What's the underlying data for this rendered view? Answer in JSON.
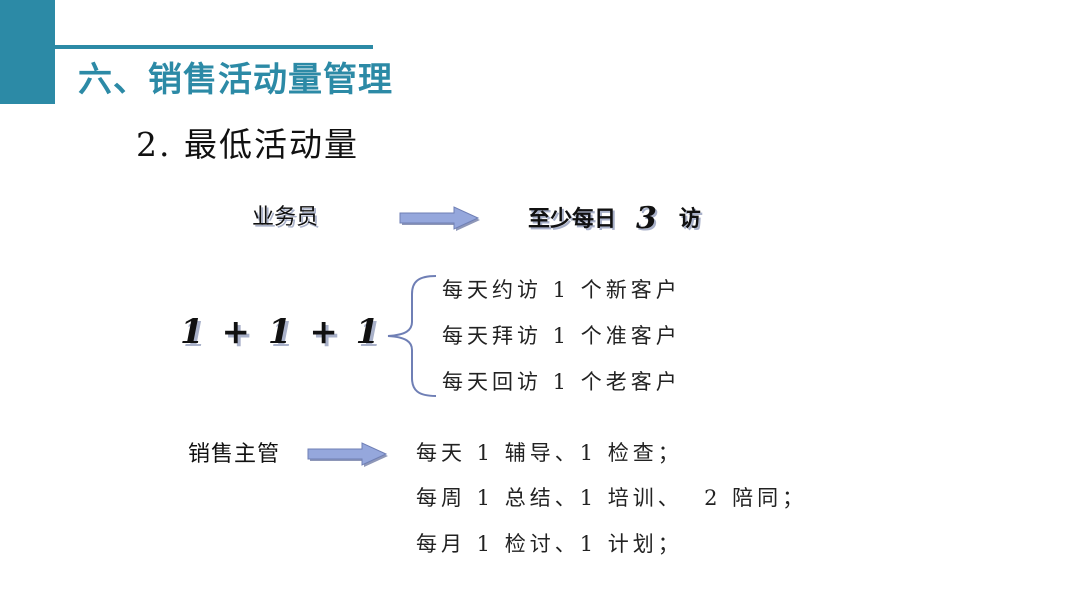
{
  "slide": {
    "title": "六、销售活动量管理",
    "subtitle": "2. 最低活动量"
  },
  "salesperson": {
    "role": "业务员",
    "target_prefix": "至少每日",
    "target_number": "3",
    "target_suffix": "访"
  },
  "formula": {
    "text": "1 + 1 + 1",
    "items": [
      "每天约访 1 个新客户",
      "每天拜访 1 个准客户",
      "每天回访 1 个老客户"
    ]
  },
  "supervisor": {
    "role": "销售主管",
    "items": [
      "每天 1 辅导、1 检查；",
      "每周 1 总结、1 培训、  2 陪同；",
      "每月 1 检讨、1 计划；"
    ]
  },
  "colors": {
    "accent": "#2c8aa6",
    "arrow_fill": "#95a7dc",
    "text_shadow": "#a9b1c9"
  }
}
